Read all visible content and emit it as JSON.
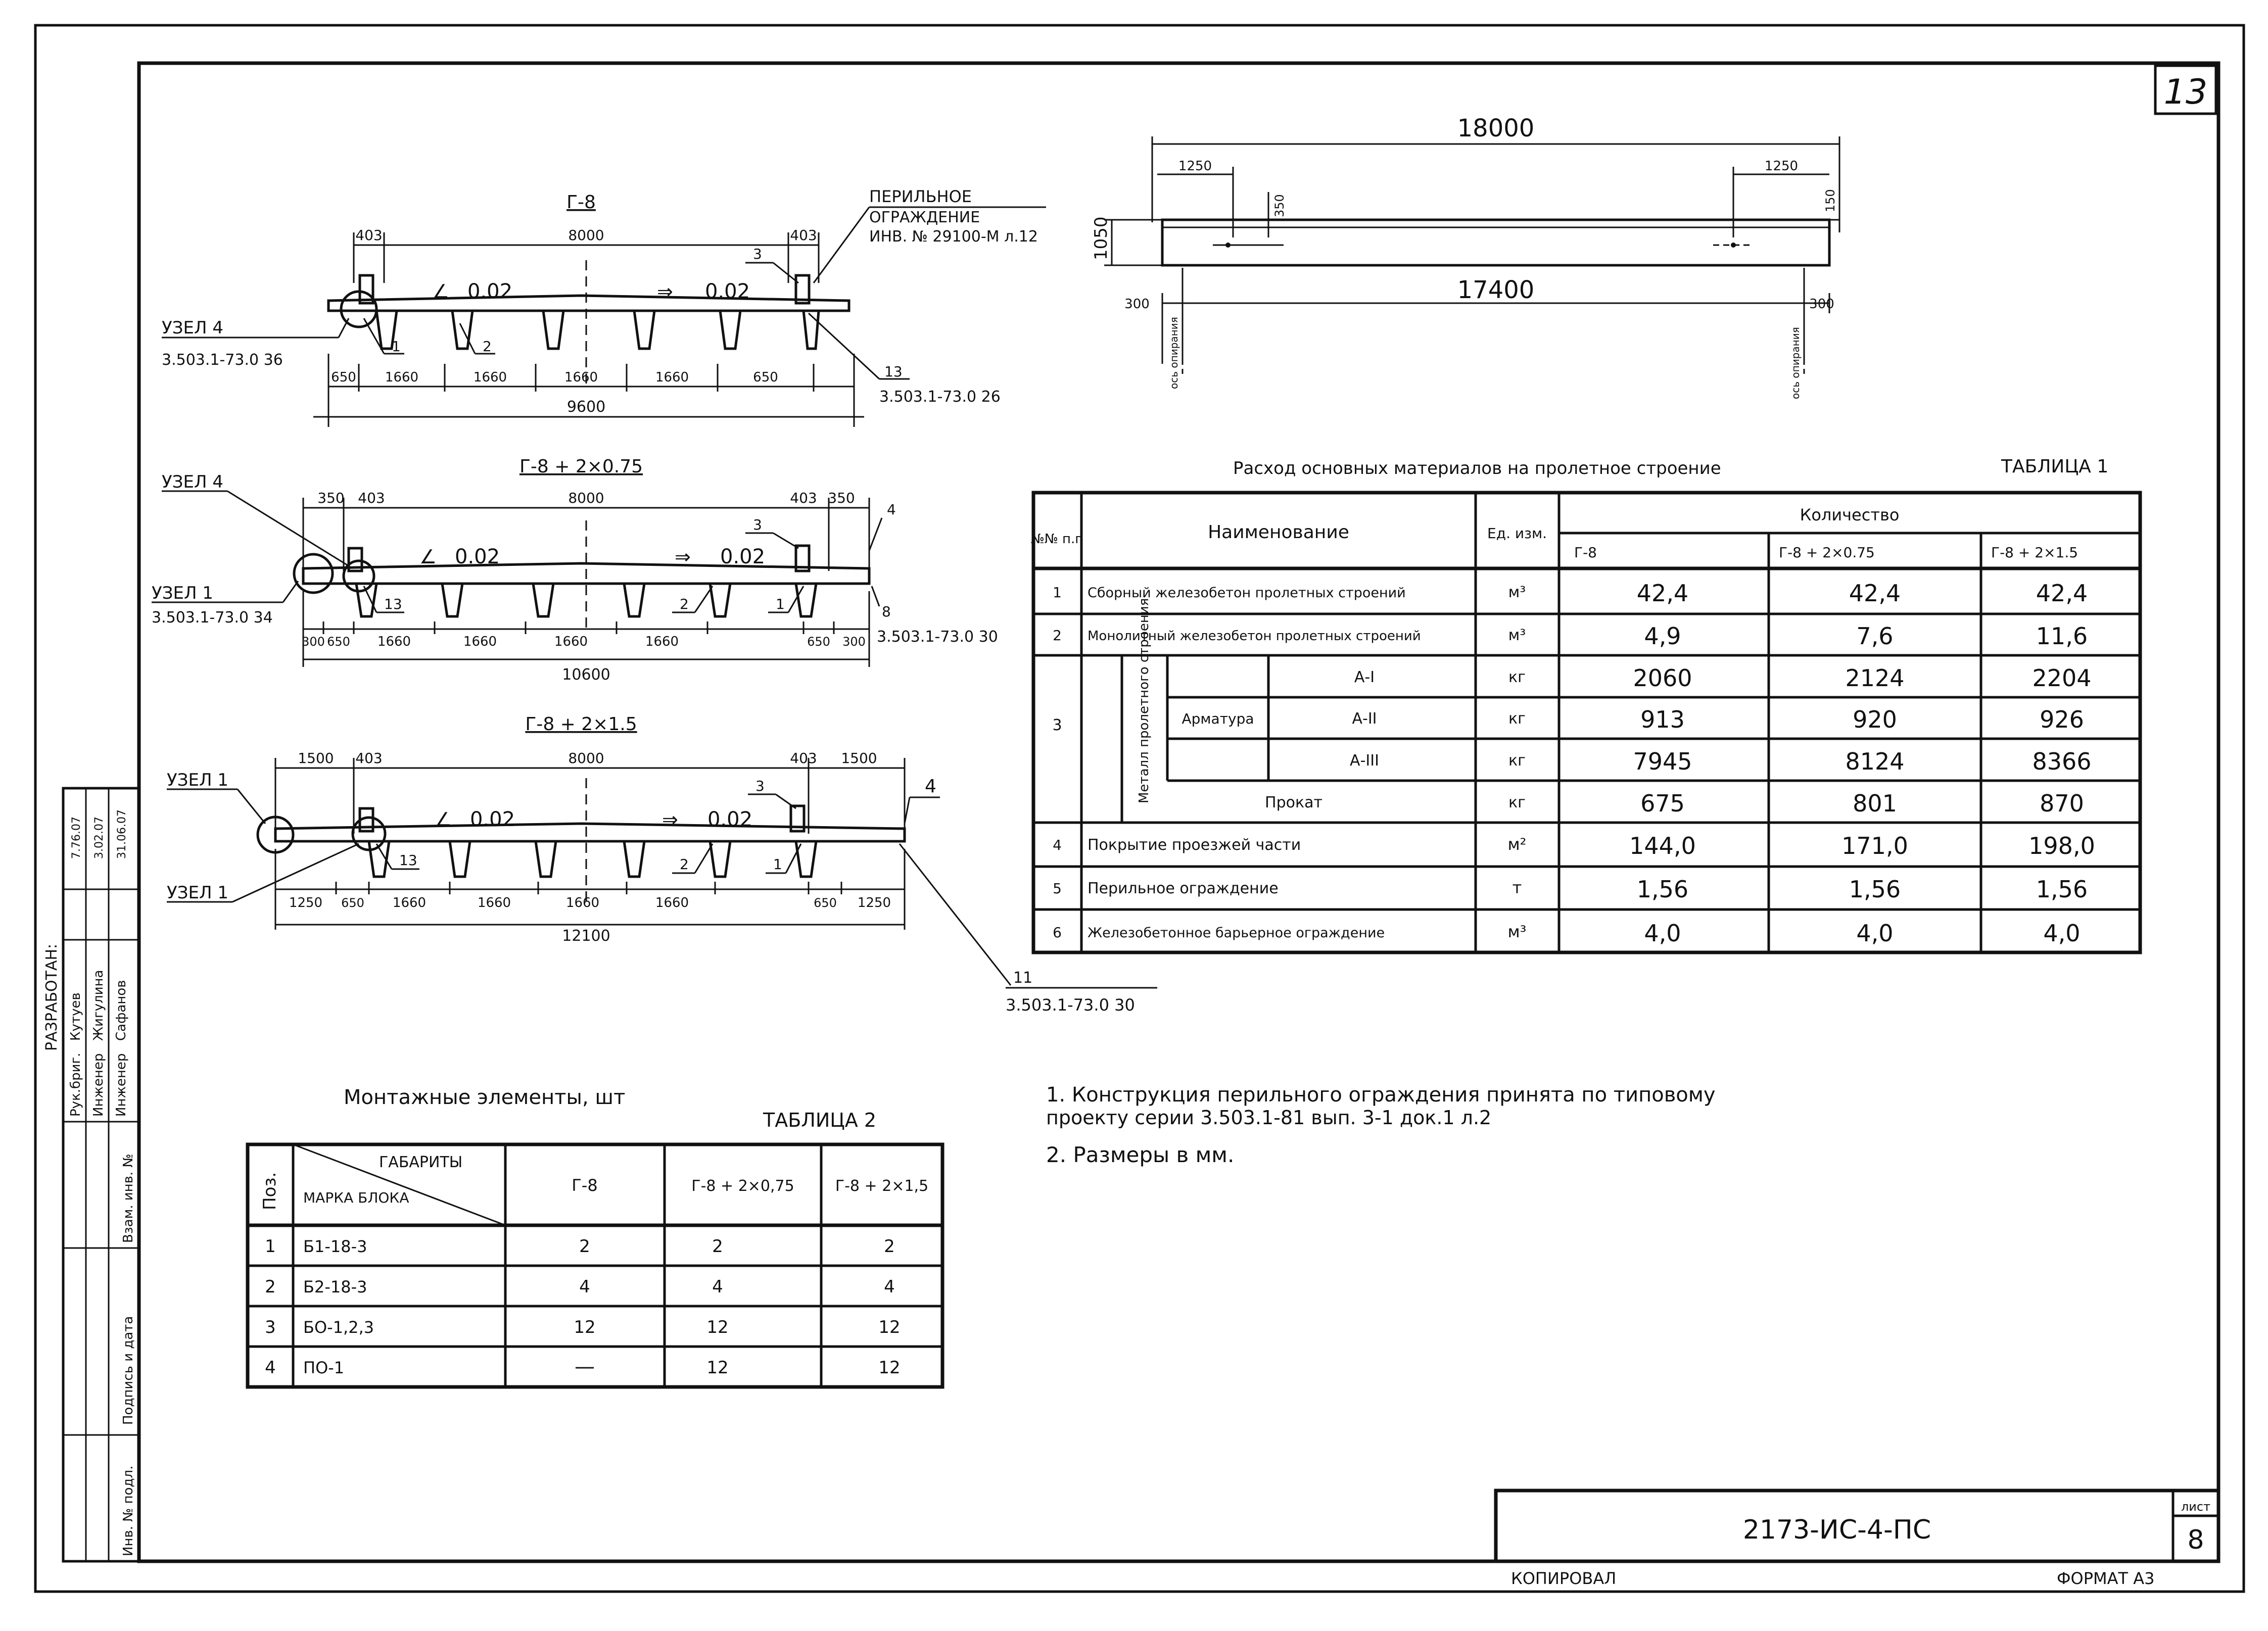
{
  "sheet": {
    "page_number": "13",
    "drawing_code": "2173-ИС-4-ПС",
    "sheet_label": "лист",
    "sheet_number": "8",
    "copied_label": "КОПИРОВАЛ",
    "format_label": "ФОРМАТ А3"
  },
  "side_stamp": {
    "developed": "РАЗРАБОТАН:",
    "rows": [
      {
        "role": "Рук.бриг.",
        "name": "Кутуев"
      },
      {
        "role": "Инженер",
        "name": "Жигулина"
      },
      {
        "role": "Инженер",
        "name": "Сафанов"
      }
    ],
    "dates": [
      "7.76.07",
      "3.02.07",
      "31.06.07"
    ],
    "fields": [
      "Инв. № подл.",
      "Подпись и дата",
      "Взам. инв. №"
    ]
  },
  "section_g8": {
    "title": "Г-8",
    "railing_note": [
      "ПЕРИЛЬНОЕ",
      "ОГРАЖДЕНИЕ",
      "ИНВ. № 29100-М л.12"
    ],
    "node_label": "УЗЕЛ 4",
    "node_ref": "3.503.1-73.0 36",
    "right_ref": "3.503.1-73.0 26",
    "callouts": [
      "3",
      "1",
      "2",
      "13"
    ],
    "slope_left": "0.02",
    "slope_right": "0.02",
    "top_dims": [
      "403",
      "8000",
      "403"
    ],
    "bottom_dims": [
      "650",
      "1660",
      "1660",
      "1660",
      "1660",
      "650"
    ],
    "total": "9600"
  },
  "section_g8_075": {
    "title": "Г-8 + 2×0.75",
    "node4_label": "УЗЕЛ 4",
    "node1_label": "УЗЕЛ 1",
    "node1_ref": "3.503.1-73.0 34",
    "right_ref": "3.503.1-73.0 30",
    "callouts": [
      "3",
      "13",
      "2",
      "1",
      "4",
      "8"
    ],
    "slope_left": "0.02",
    "slope_right": "0.02",
    "top_dims": [
      "350",
      "403",
      "8000",
      "403",
      "350"
    ],
    "bottom_dims": [
      "300",
      "650",
      "1660",
      "1660",
      "1660",
      "1660",
      "650",
      "300"
    ],
    "total": "10600"
  },
  "section_g8_15": {
    "title": "Г-8 + 2×1.5",
    "node1_label": "УЗЕЛ 1",
    "node1b_label": "УЗЕЛ 1",
    "callouts": [
      "3",
      "4",
      "13",
      "2",
      "1",
      "11"
    ],
    "bottom_ref": "3.503.1-73.0 30",
    "slope_left": "0.02",
    "slope_right": "0.02",
    "top_dims": [
      "1500",
      "403",
      "8000",
      "403",
      "1500"
    ],
    "bottom_dims": [
      "1250",
      "650",
      "1660",
      "1660",
      "1660",
      "1660",
      "650",
      "1250"
    ],
    "total": "12100"
  },
  "elevation": {
    "total_length": "18000",
    "span": "17400",
    "left_offset": "1250",
    "right_offset": "1250",
    "left_support": "300",
    "right_support": "300",
    "height": "1050",
    "hole_dim": "350",
    "rail_dim": "150",
    "axis_label_left": "ось опирания",
    "axis_label_right": "ось опирания"
  },
  "table1": {
    "title": "Расход основных материалов на пролетное строение",
    "label": "ТАБЛИЦА 1",
    "headers": {
      "num": "№№ п.п",
      "name": "Наименование",
      "unit": "Ед. изм.",
      "qty": "Количество",
      "cols": [
        "Г-8",
        "Г-8 + 2×0.75",
        "Г-8 + 2×1.5"
      ]
    },
    "metal_group": "Металл пролетного строения",
    "armatura": "Арматура",
    "rows": [
      {
        "n": "1",
        "name": "Сборный железобетон пролетных строений",
        "unit": "м³",
        "v": [
          "42,4",
          "42,4",
          "42,4"
        ]
      },
      {
        "n": "2",
        "name": "Монолитный железобетон пролетных строений",
        "unit": "м³",
        "v": [
          "4,9",
          "7,6",
          "11,6"
        ]
      },
      {
        "n": "3",
        "name": "А-I",
        "unit": "кг",
        "v": [
          "2060",
          "2124",
          "2204"
        ]
      },
      {
        "n": "",
        "name": "А-II",
        "unit": "кг",
        "v": [
          "913",
          "920",
          "926"
        ]
      },
      {
        "n": "",
        "name": "А-III",
        "unit": "кг",
        "v": [
          "7945",
          "8124",
          "8366"
        ]
      },
      {
        "n": "",
        "name": "Прокат",
        "unit": "кг",
        "v": [
          "675",
          "801",
          "870"
        ]
      },
      {
        "n": "4",
        "name": "Покрытие проезжей части",
        "unit": "м²",
        "v": [
          "144,0",
          "171,0",
          "198,0"
        ]
      },
      {
        "n": "5",
        "name": "Перильное ограждение",
        "unit": "т",
        "v": [
          "1,56",
          "1,56",
          "1,56"
        ]
      },
      {
        "n": "6",
        "name": "Железобетонное барьерное ограждение",
        "unit": "м³",
        "v": [
          "4,0",
          "4,0",
          "4,0"
        ]
      }
    ]
  },
  "table2": {
    "title": "Монтажные элементы, шт",
    "label": "ТАБЛИЦА 2",
    "headers": {
      "pos": "Поз.",
      "gabarity": "ГАБАРИТЫ",
      "marka": "МАРКА БЛОКА",
      "cols": [
        "Г-8",
        "Г-8 + 2×0,75",
        "Г-8 + 2×1,5"
      ]
    },
    "rows": [
      {
        "pos": "1",
        "mark": "Б1-18-3",
        "v": [
          "2",
          "2",
          "2"
        ]
      },
      {
        "pos": "2",
        "mark": "Б2-18-3",
        "v": [
          "4",
          "4",
          "4"
        ]
      },
      {
        "pos": "3",
        "mark": "БО-1,2,3",
        "v": [
          "12",
          "12",
          "12"
        ]
      },
      {
        "pos": "4",
        "mark": "ПО-1",
        "v": [
          "—",
          "12",
          "12"
        ]
      }
    ]
  },
  "notes": [
    "1. Конструкция перильного ограждения принята по типовому",
    "проекту серии 3.503.1-81 вып. 3-1 док.1 л.2",
    "2. Размеры в мм."
  ]
}
